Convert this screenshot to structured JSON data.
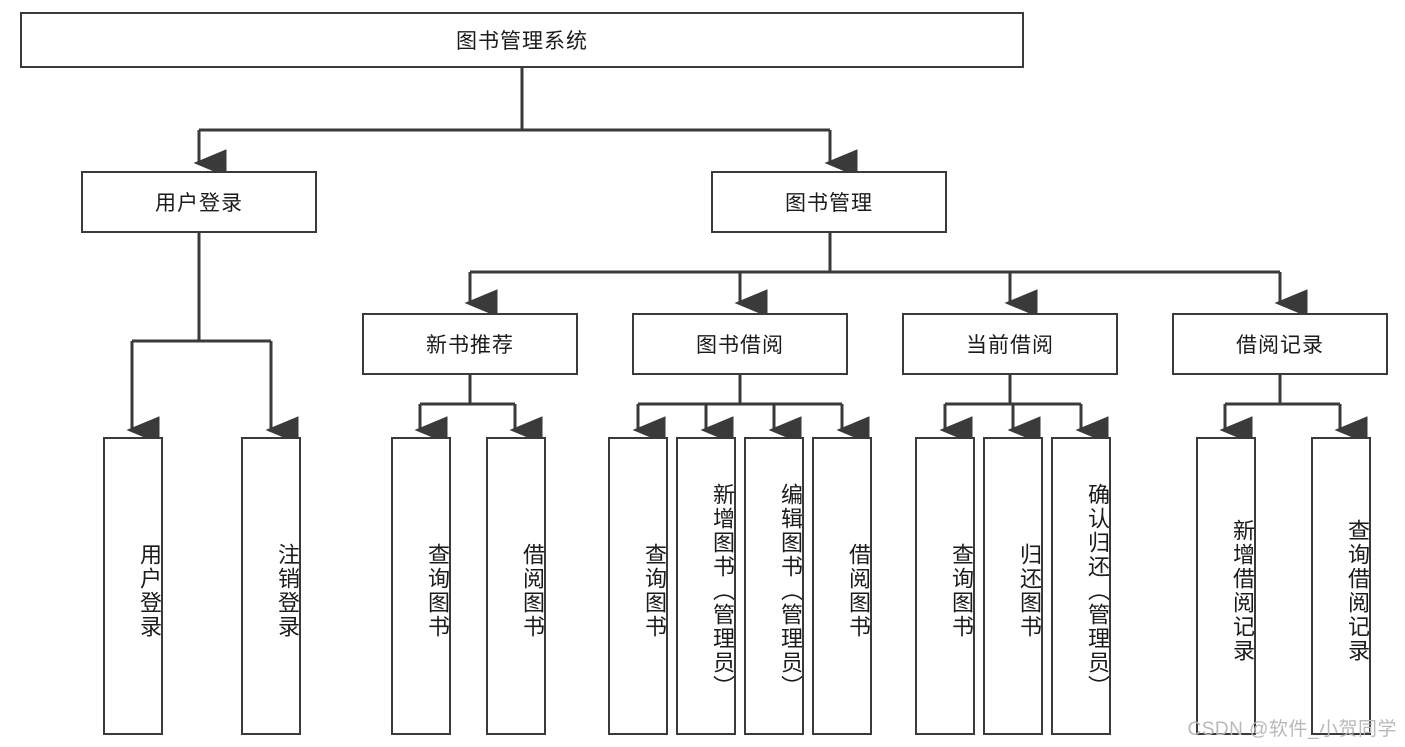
{
  "diagram": {
    "type": "tree",
    "title": "图书管理系统",
    "watermark": "CSDN @软件_小贺同学",
    "colors": {
      "box_border": "#3a3a3a",
      "box_fill": "#ffffff",
      "edge": "#3a3a3a",
      "text": "#1b1b1b",
      "watermark": "#b9b9b9",
      "background": "#ffffff"
    },
    "root": {
      "label": "图书管理系统"
    },
    "level2": [
      {
        "label": "用户登录"
      },
      {
        "label": "图书管理"
      }
    ],
    "level3": [
      {
        "label": "新书推荐"
      },
      {
        "label": "图书借阅"
      },
      {
        "label": "当前借阅"
      },
      {
        "label": "借阅记录"
      }
    ],
    "leaves": {
      "user_login": [
        {
          "label": "用户登录"
        },
        {
          "label": "注销登录"
        }
      ],
      "new_book_recommend": [
        {
          "label": "查询图书"
        },
        {
          "label": "借阅图书"
        }
      ],
      "book_borrow": [
        {
          "label": "查询图书"
        },
        {
          "label": "新增图书（管理员）"
        },
        {
          "label": "编辑图书（管理员）"
        },
        {
          "label": "借阅图书"
        }
      ],
      "current_borrow": [
        {
          "label": "查询图书"
        },
        {
          "label": "归还图书"
        },
        {
          "label": "确认归还（管理员）"
        }
      ],
      "borrow_record": [
        {
          "label": "新增借阅记录"
        },
        {
          "label": "查询借阅记录"
        }
      ]
    }
  }
}
